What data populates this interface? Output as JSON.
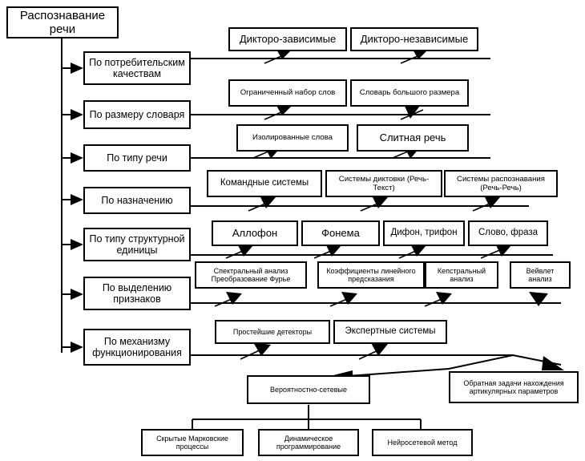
{
  "diagram": {
    "title": "Распознавание речи",
    "root": {
      "label": "Распознавание\nречи",
      "text": "Распознавание речи"
    },
    "criteria": [
      {
        "id": "consumer",
        "label": "По потребительским качествам"
      },
      {
        "id": "vocabulary",
        "label": "По размеру словаря"
      },
      {
        "id": "speechtype",
        "label": "По типу речи"
      },
      {
        "id": "purpose",
        "label": "По назначению"
      },
      {
        "id": "unit",
        "label": "По типу структурной единицы"
      },
      {
        "id": "features",
        "label": "По выделению признаков"
      },
      {
        "id": "mechanism",
        "label": "По механизму функционирования"
      }
    ],
    "rows": [
      {
        "criterion": "consumer",
        "items": [
          {
            "label": "Дикторо-зависимые"
          },
          {
            "label": "Дикторо-независимые"
          }
        ]
      },
      {
        "criterion": "vocabulary",
        "items": [
          {
            "label": "Ограниченный набор слов"
          },
          {
            "label": "Словарь большого размера"
          }
        ]
      },
      {
        "criterion": "speechtype",
        "items": [
          {
            "label": "Изолированные слова"
          },
          {
            "label": "Слитная речь"
          }
        ]
      },
      {
        "criterion": "purpose",
        "items": [
          {
            "label": "Командные системы"
          },
          {
            "label": "Системы диктовки (Речь-Текст)"
          },
          {
            "label": "Системы распознавания (Речь-Речь)"
          }
        ]
      },
      {
        "criterion": "unit",
        "items": [
          {
            "label": "Аллофон"
          },
          {
            "label": "Фонема"
          },
          {
            "label": "Дифон, трифон"
          },
          {
            "label": "Слово, фраза"
          }
        ]
      },
      {
        "criterion": "features",
        "items": [
          {
            "label": "Спектральный анализ Преобразование Фурье"
          },
          {
            "label": "Коэффициенты линейного предсказания"
          },
          {
            "label": "Кепстральный анализ"
          },
          {
            "label": "Вейвлет анализ"
          }
        ]
      },
      {
        "criterion": "mechanism",
        "items": [
          {
            "label": "Простейшие детекторы"
          },
          {
            "label": "Экспертные системы"
          }
        ]
      }
    ],
    "bottom": {
      "probabilistic": {
        "label": "Вероятностно-сетевые"
      },
      "inverse": {
        "label": "Обратная задачи нахождения артикулярных параметров"
      },
      "methods": [
        {
          "label": "Скрытые Марковские процессы"
        },
        {
          "label": "Динамическое программирование"
        },
        {
          "label": "Нейросетевой метод"
        }
      ]
    },
    "colors": {
      "stroke": "#000000",
      "fill": "#ffffff",
      "text": "#000000"
    }
  }
}
